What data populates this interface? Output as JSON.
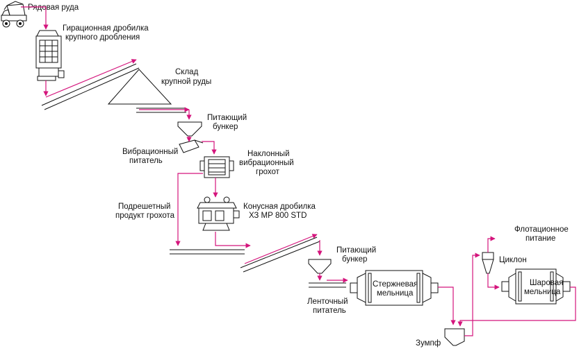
{
  "labels": {
    "ore": "Рядовая руда",
    "gyratory_1": "Гирационная дробилка",
    "gyratory_2": "крупного дробления",
    "stockpile_1": "Склад",
    "stockpile_2": "крупной руды",
    "feed_bin_1_a": "Питающий",
    "feed_bin_1_b": "бункер",
    "vib_feeder_a": "Вибрационный",
    "vib_feeder_b": "питатель",
    "screen_a": "Наклонный",
    "screen_b": "вибрационный",
    "screen_c": "грохот",
    "undersize_a": "Подрешетный",
    "undersize_b": "продукт грохота",
    "cone_a": "Конусная дробилка",
    "cone_b": "ХЗ МР 800 STD",
    "feed_bin_2_a": "Питающий",
    "feed_bin_2_b": "бункер",
    "belt_feeder_a": "Ленточный",
    "belt_feeder_b": "питатель",
    "rod_mill_a": "Стержневая",
    "rod_mill_b": "мельница",
    "sump": "Зумпф",
    "cyclone": "Циклон",
    "ball_mill_a": "Шаровая",
    "ball_mill_b": "мельница",
    "flotation_a": "Флотационное",
    "flotation_b": "питание"
  },
  "colors": {
    "flow": "#d4147c",
    "equipment": "#111111"
  }
}
